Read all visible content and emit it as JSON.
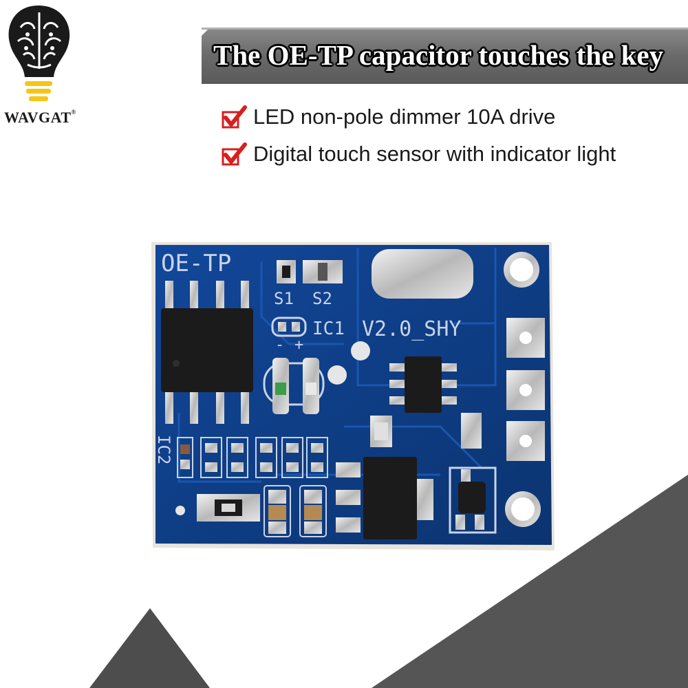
{
  "brand": {
    "name": "WAVGAT",
    "registered": "®"
  },
  "banner": {
    "title": "The OE-TP capacitor touches the key"
  },
  "features": [
    {
      "icon": "check-icon",
      "text": "LED non-pole dimmer 10A drive"
    },
    {
      "icon": "check-icon",
      "text": "Digital touch sensor with indicator light"
    }
  ],
  "board": {
    "name": "OE-TP",
    "version": "V2.0_SHY",
    "labels": {
      "s1": "S1",
      "s2": "S2",
      "ic1": "IC1",
      "ic2": "IC2",
      "minus": "-",
      "plus": "+"
    }
  },
  "colors": {
    "pcb": "#0f3f8a",
    "banner": "#6b6b6b",
    "check": "#d81e1e",
    "shape": "#4d4d4d"
  }
}
